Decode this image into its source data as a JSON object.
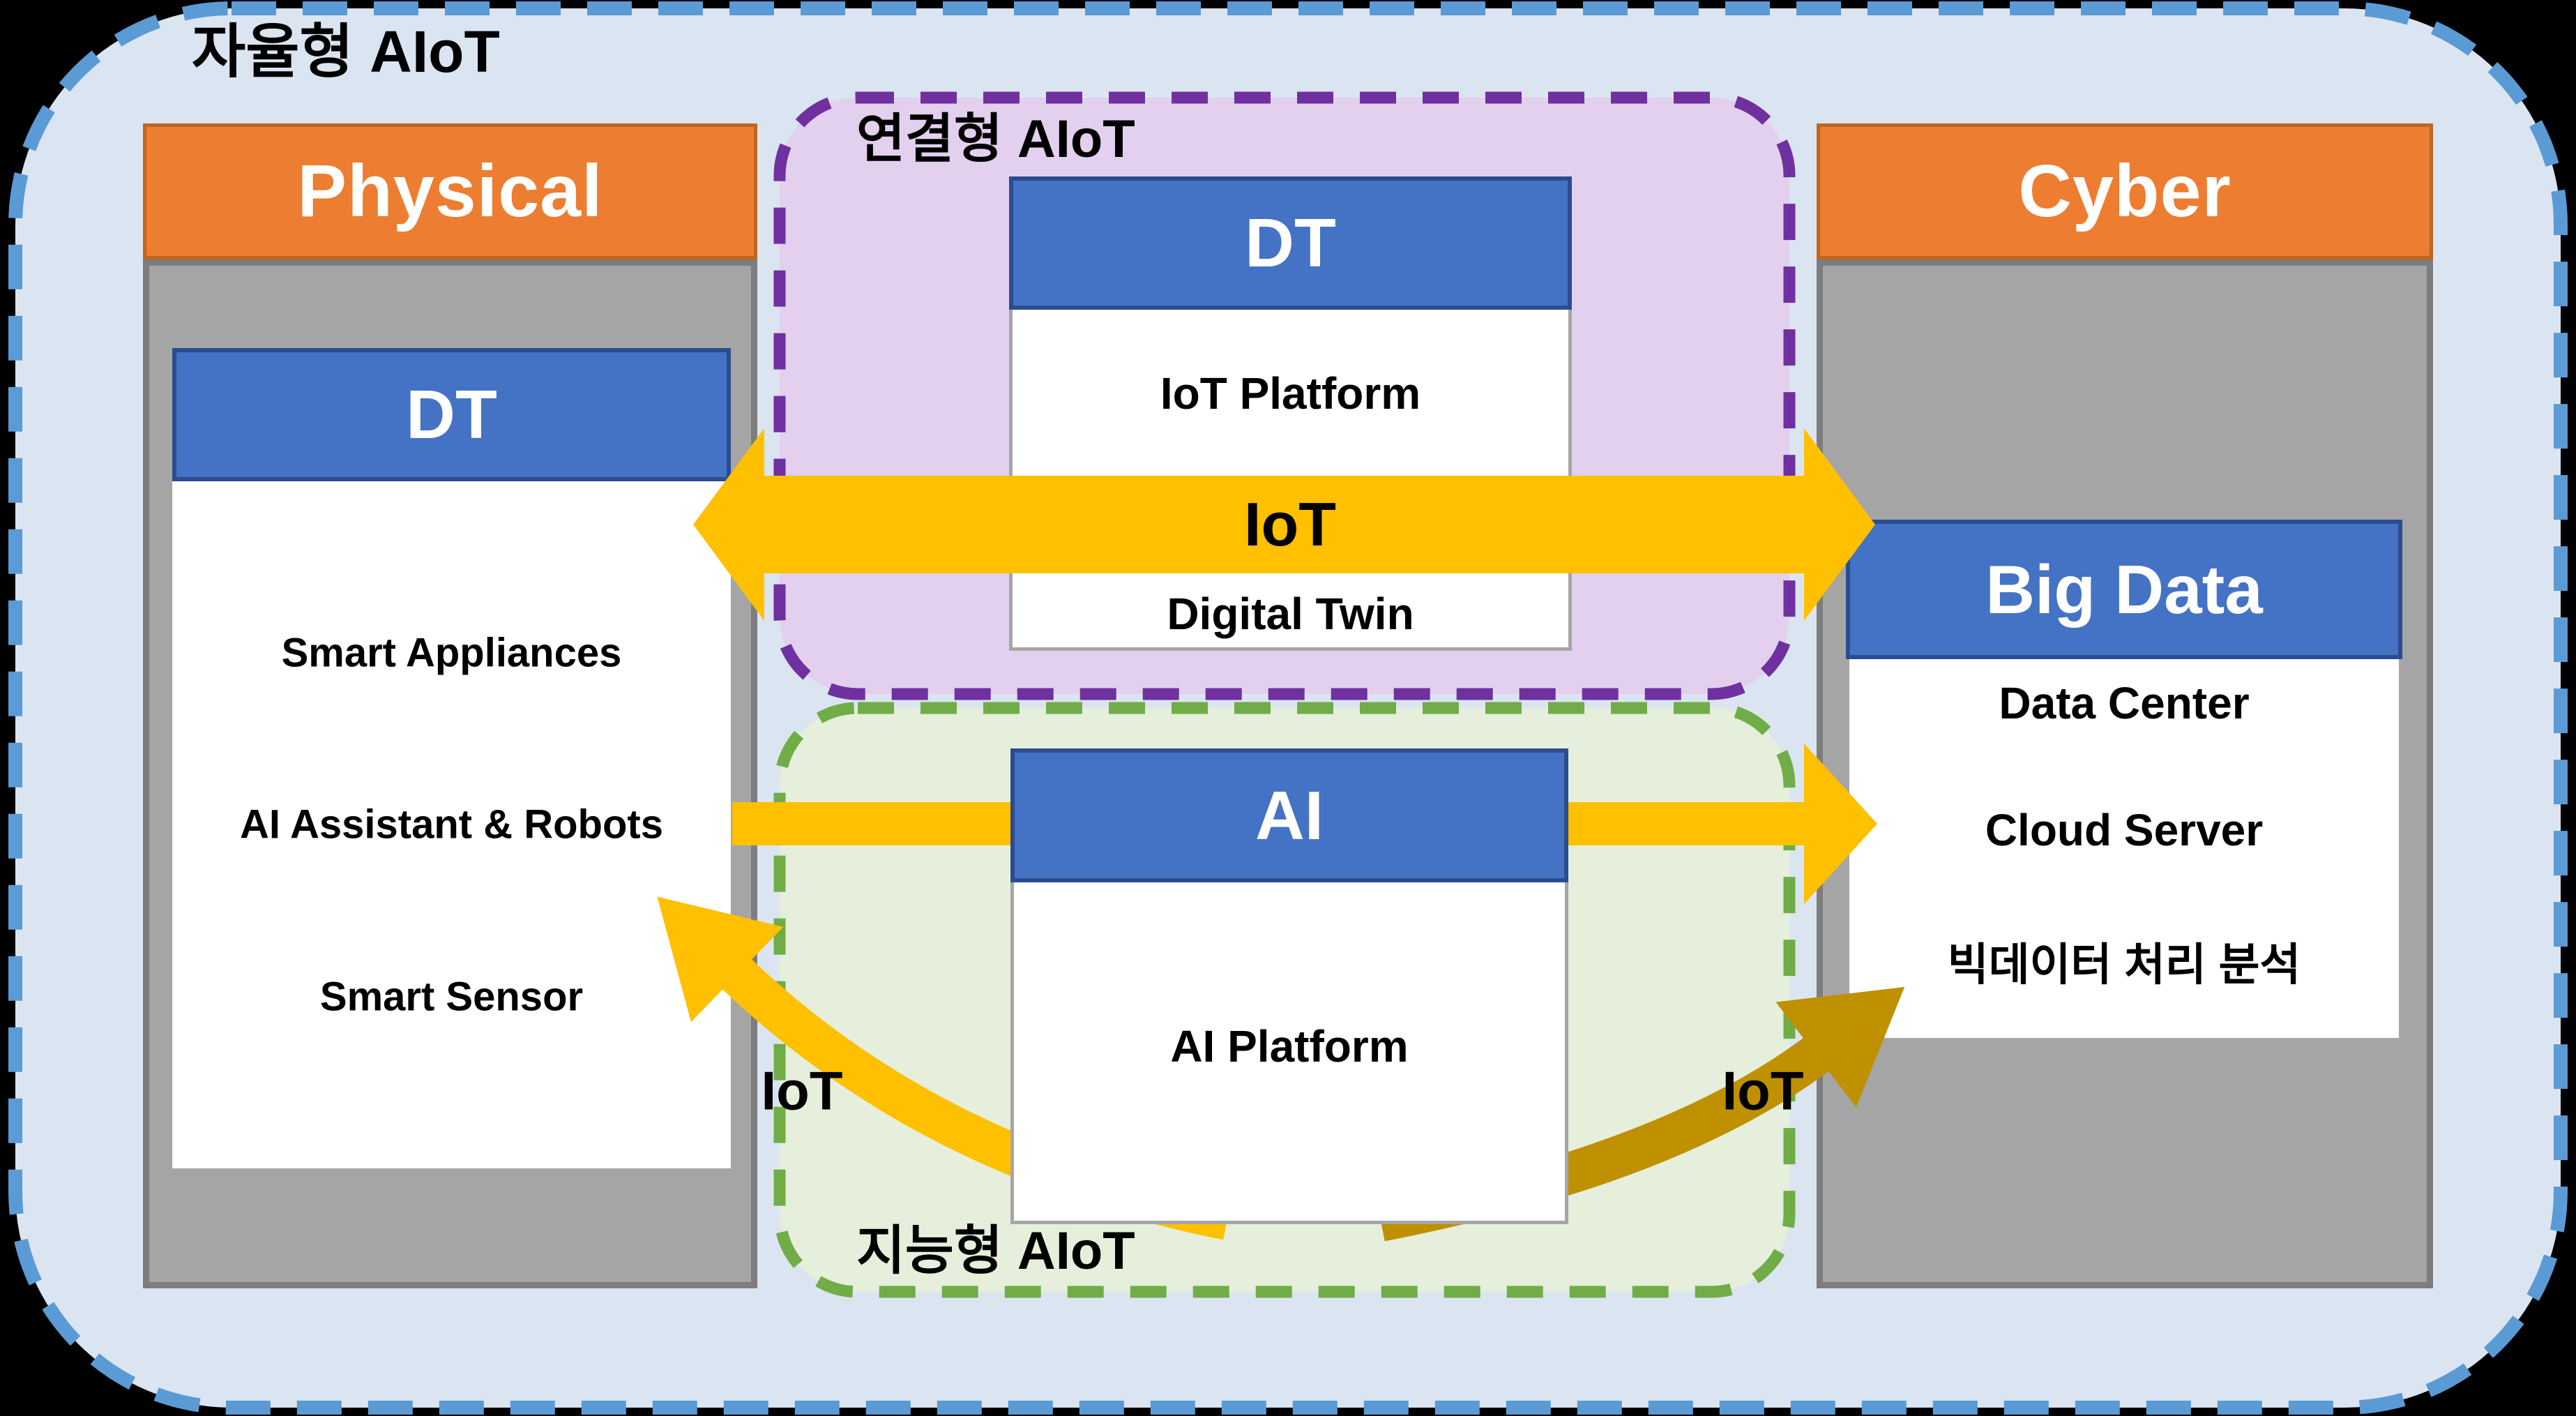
{
  "zones": {
    "autonomous": {
      "label": "자율형 AIoT",
      "border_color": "#5b9bd5",
      "fill": "#dbe5f1"
    },
    "connected": {
      "label": "연결형 AIoT",
      "border_color": "#7030a0",
      "fill": "#e2d0ee"
    },
    "intelligent": {
      "label": "지능형 AIoT",
      "border_color": "#70ad47",
      "fill": "#e5efdc"
    }
  },
  "columns": {
    "physical": {
      "header": "Physical",
      "header_color": "#ed7d31",
      "panel": {
        "title": "DT",
        "title_color": "#4472c4",
        "items": [
          "Smart Appliances",
          "AI Assistant & Robots",
          "Smart Sensor"
        ]
      }
    },
    "cyber": {
      "header": "Cyber",
      "header_color": "#ed7d31",
      "panel": {
        "title": "Big Data",
        "title_color": "#4472c4",
        "items": [
          "Data Center",
          "Cloud Server",
          "빅데이터 처리 분석"
        ]
      }
    }
  },
  "middle": {
    "dt_panel": {
      "title": "DT",
      "items": [
        "IoT Platform",
        "Digital Twin"
      ]
    },
    "ai_panel": {
      "title": "AI",
      "items": [
        "AI Platform"
      ]
    }
  },
  "arrows": {
    "top": {
      "label": "IoT",
      "color": "#ffc000",
      "direction": "both"
    },
    "middle": {
      "color": "#ffc000",
      "direction": "right"
    },
    "left_curved": {
      "label": "IoT",
      "color": "#ffc000",
      "direction": "up-left"
    },
    "right_curved": {
      "label": "IoT",
      "color": "#bf9000",
      "direction": "up-right"
    }
  }
}
